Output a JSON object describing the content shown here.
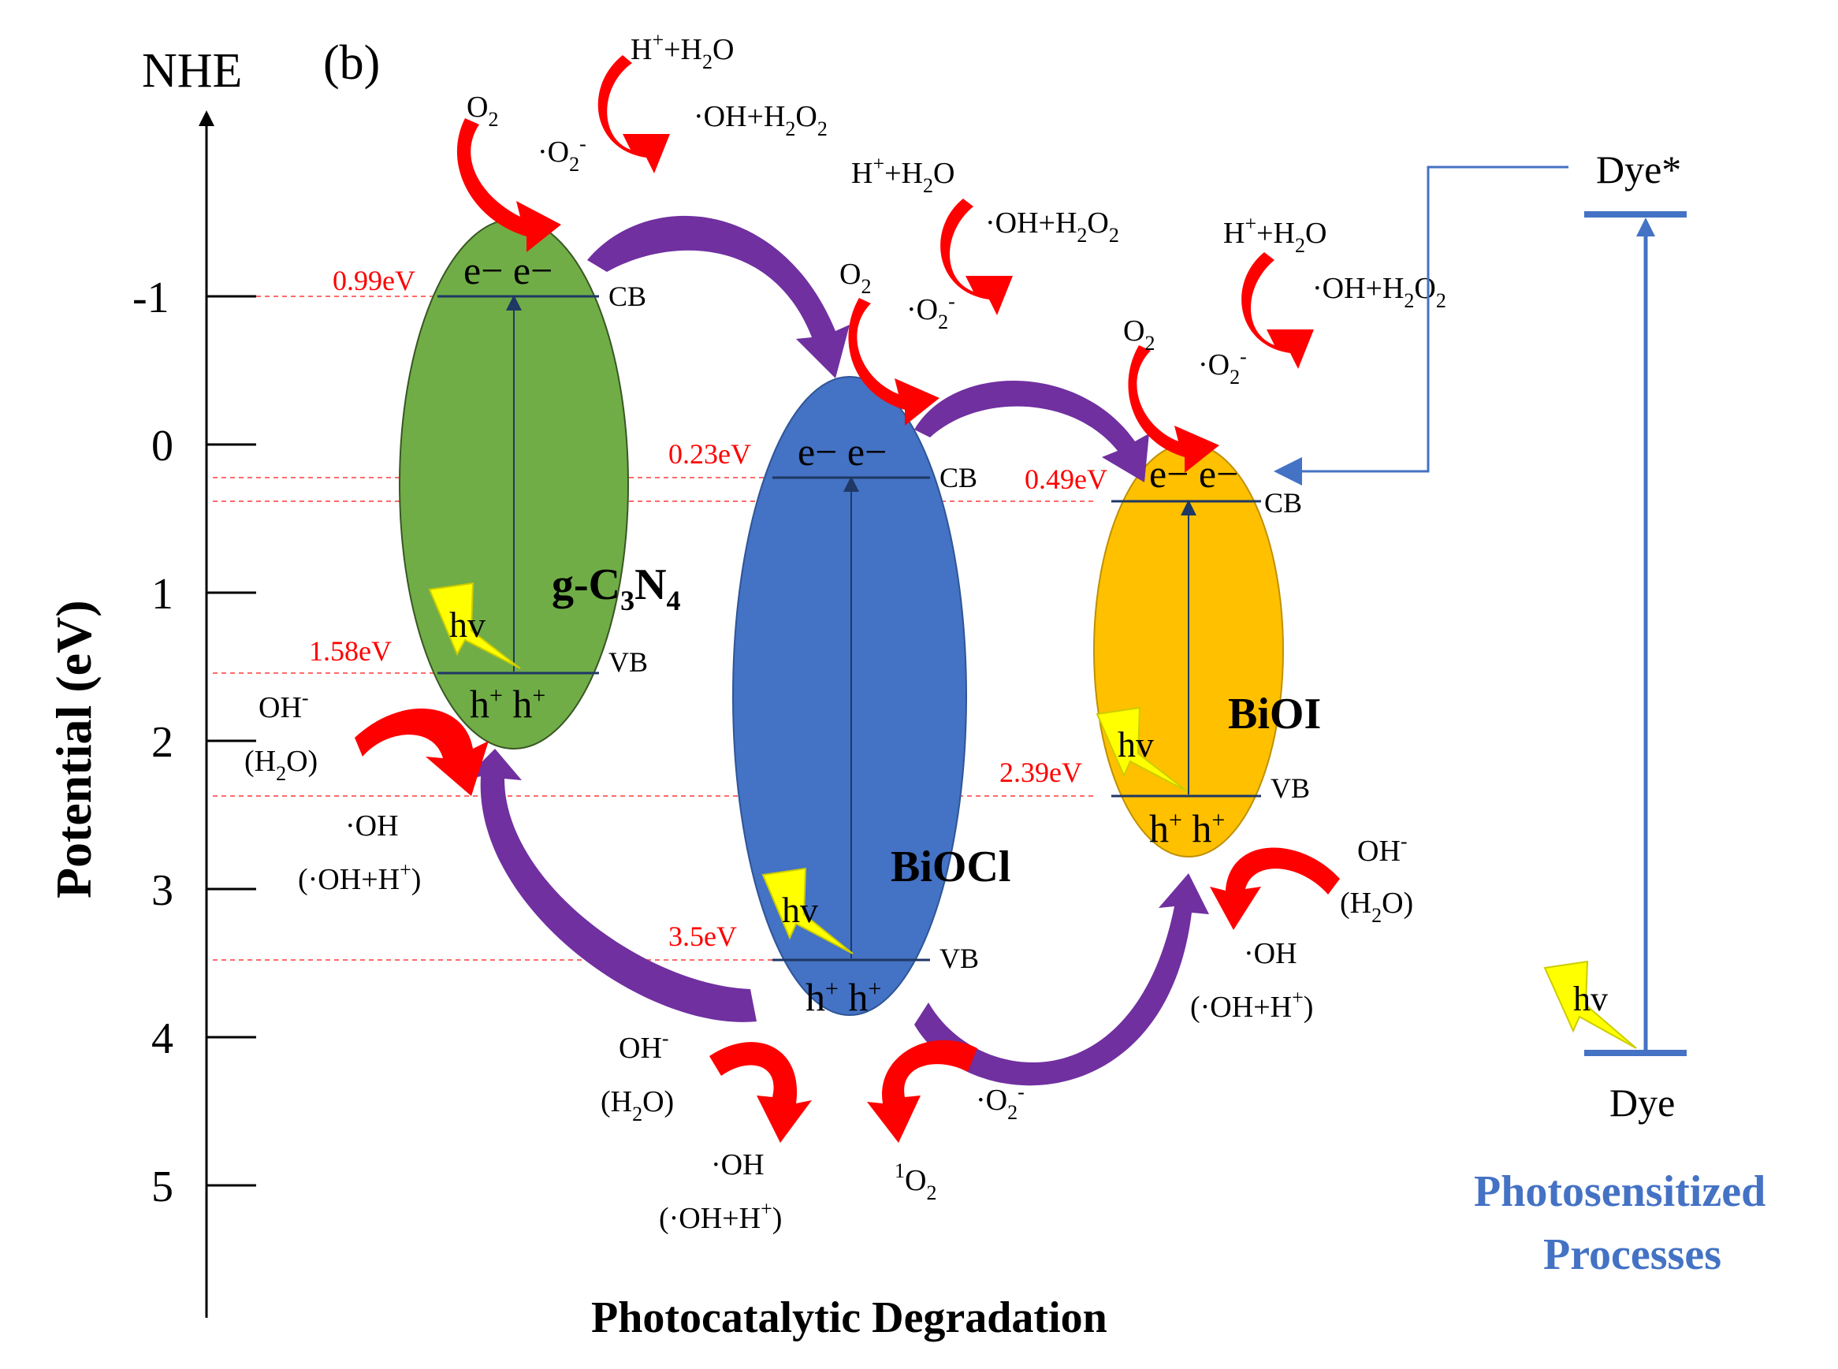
{
  "axis": {
    "top_label": "NHE",
    "panel_label": "(b)",
    "y_label": "Potential (eV)",
    "ticks": [
      "-1",
      "0",
      "1",
      "2",
      "3",
      "4",
      "5"
    ],
    "x_label": "Photocatalytic Degradation"
  },
  "semiconductors": {
    "gcn": {
      "name_g": "g-C",
      "name_sub3": "3",
      "name_n": "N",
      "name_sub4": "4",
      "cb_value": "0.99eV",
      "vb_value": "1.58eV",
      "cb": "CB",
      "vb": "VB",
      "electrons": "e− e−",
      "holes_h": "h",
      "holes_plus": "+",
      "hv": "hv",
      "color": "#70ad47"
    },
    "biocl": {
      "name": "BiOCl",
      "cb_value": "0.23eV",
      "vb_value": "3.5eV",
      "cb": "CB",
      "vb": "VB",
      "electrons": "e− e−",
      "hv": "hv",
      "color": "#4472c4"
    },
    "bioi": {
      "name": "BiOI",
      "cb_value": "0.49eV",
      "vb_value": "2.39eV",
      "cb": "CB",
      "vb": "VB",
      "electrons": "e− e−",
      "hv": "hv",
      "color": "#ffc000"
    }
  },
  "species": {
    "o2": "O",
    "o2_sub": "2",
    "superoxide": "·O",
    "superoxide_sub": "2",
    "superoxide_sup": "-",
    "h": "H",
    "plus": "+",
    "h2o_plus": "+H",
    "h2o_sub": "2",
    "h2o_o": "O",
    "oh_h2o2": "·OH+H",
    "h2o2_sub": "2",
    "h2o2_o": "O",
    "h2o2_sub2": "2",
    "oh_minus": "OH",
    "minus": "-",
    "h2o_open": "(H",
    "h2o_close": "O)",
    "oh_radical": "·OH",
    "oh_radical_paren": "(·OH+H",
    "paren_close": ")",
    "singlet_sup": "1",
    "singlet_o": "O",
    "singlet_sub": "2"
  },
  "photosensitized": {
    "dye_excited": "Dye*",
    "dye": "Dye",
    "hv": "hv",
    "title_line1": "Photosensitized",
    "title_line2": "Processes",
    "color": "#4472c4"
  }
}
